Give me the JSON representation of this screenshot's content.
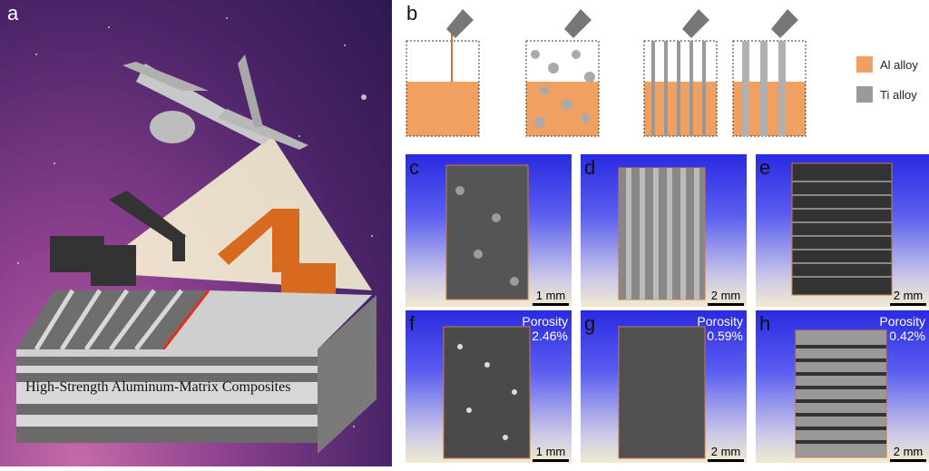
{
  "panels": {
    "a": {
      "label": "a",
      "caption": "High-Strength Aluminum-Matrix Composites"
    },
    "b": {
      "label": "b",
      "legend": [
        {
          "name": "Al alloy",
          "color": "#f0a060"
        },
        {
          "name": "Ti alloy",
          "color": "#a0a0a0"
        }
      ]
    },
    "c": {
      "label": "c",
      "scale": "1 mm"
    },
    "d": {
      "label": "d",
      "scale": "2 mm"
    },
    "e": {
      "label": "e",
      "scale": "2 mm"
    },
    "f": {
      "label": "f",
      "scale": "1 mm",
      "porosity_label": "Porosity",
      "porosity": "2.46%"
    },
    "g": {
      "label": "g",
      "scale": "2 mm",
      "porosity_label": "Porosity",
      "porosity": "0.59%"
    },
    "h": {
      "label": "h",
      "scale": "2 mm",
      "porosity_label": "Porosity",
      "porosity": "0.42%"
    }
  },
  "colors": {
    "al": "#f0a060",
    "ti": "#9a9a9a",
    "tile_top": "#2a2ae0",
    "space": "#4a2468"
  }
}
